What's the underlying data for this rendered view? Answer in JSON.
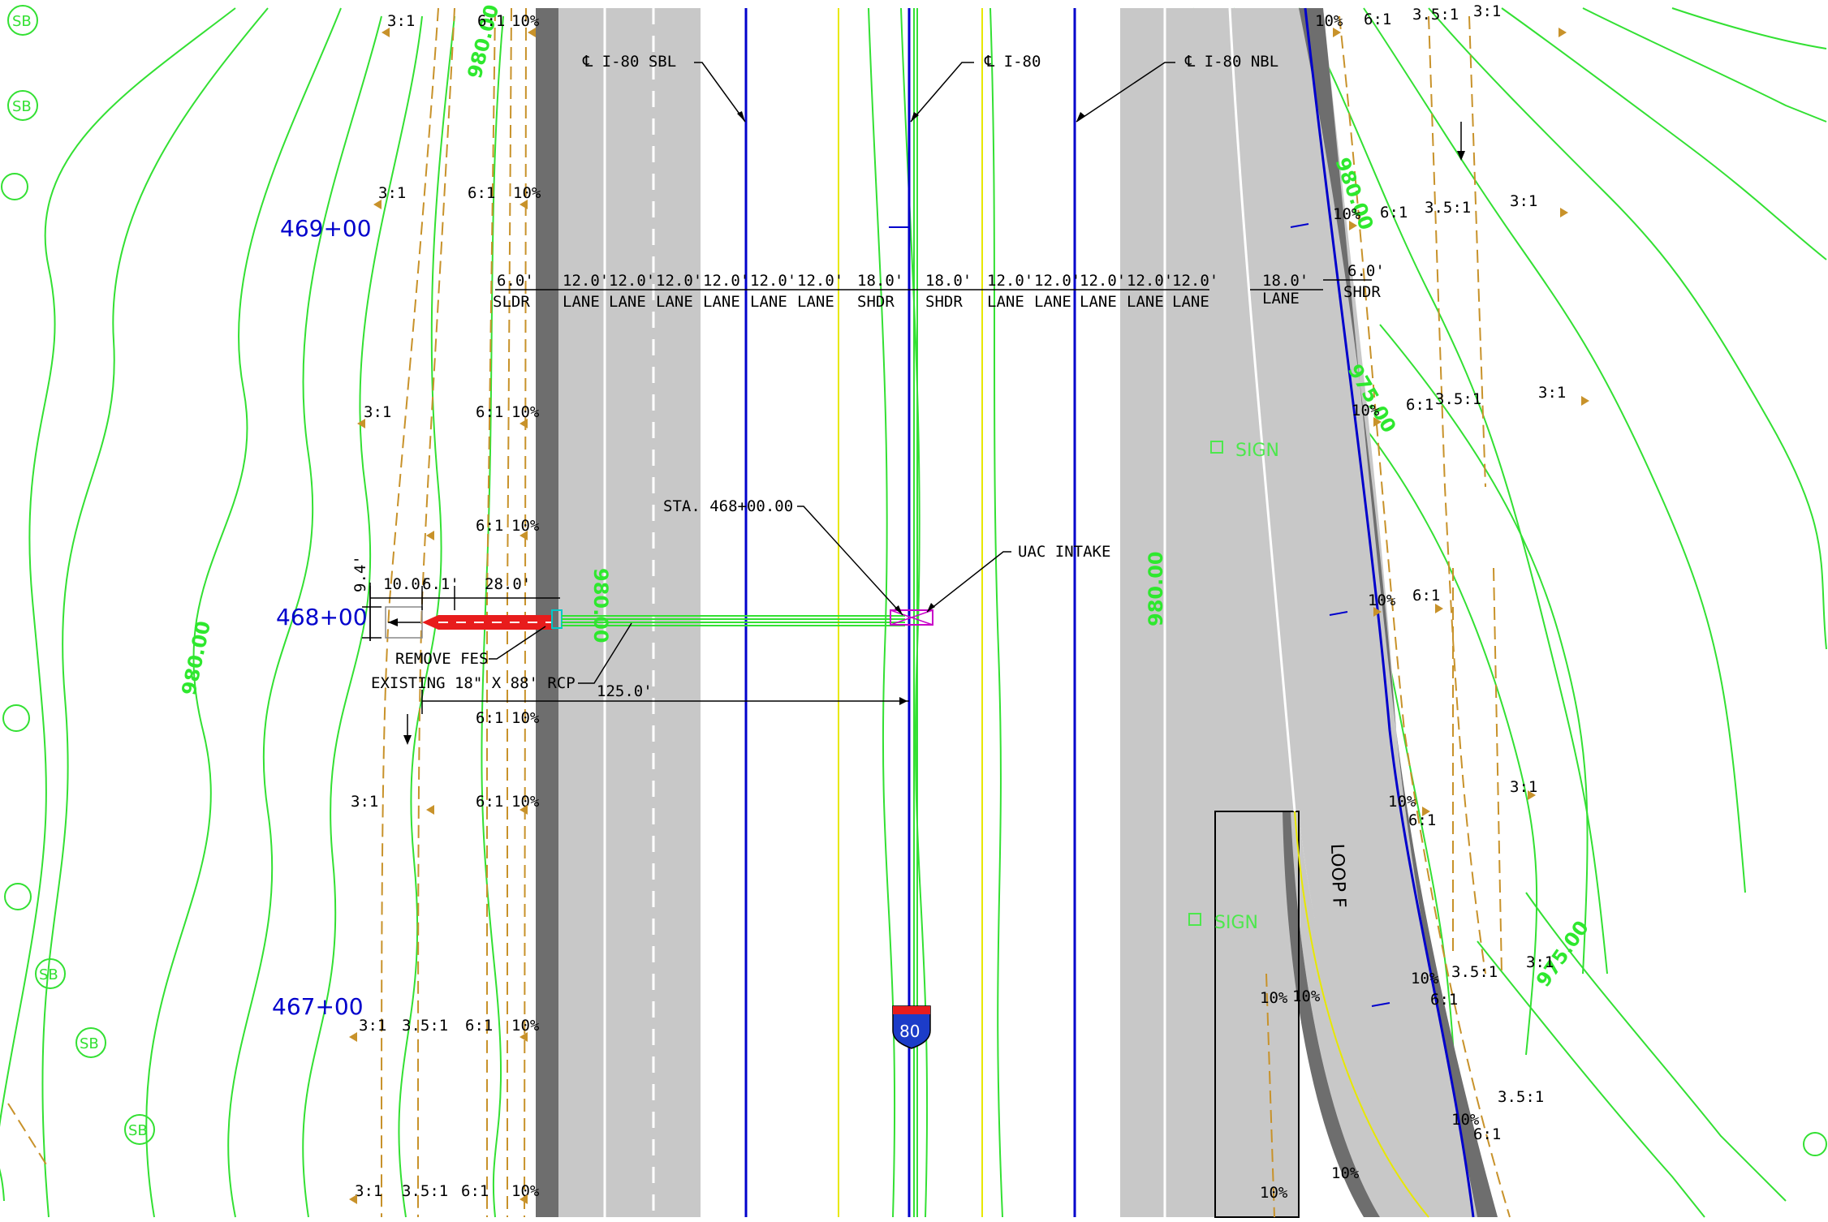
{
  "stations": [
    "469+00",
    "468+00",
    "467+00"
  ],
  "centerlines": [
    "℄ I-80 SBL",
    "℄ I-80",
    "℄ I-80 NBL"
  ],
  "widths": [
    "6.0'",
    "12.0'",
    "12.0'",
    "12.0'",
    "12.0'",
    "12.0'",
    "12.0'",
    "18.0'",
    "18.0'",
    "12.0'",
    "12.0'",
    "12.0'",
    "12.0'",
    "12.0'",
    "18.0'",
    "6.0'"
  ],
  "width_labels": [
    "SLDR",
    "LANE",
    "LANE",
    "LANE",
    "LANE",
    "LANE",
    "LANE",
    "SHDR",
    "SHDR",
    "LANE",
    "LANE",
    "LANE",
    "LANE",
    "LANE",
    "LANE",
    "SHDR"
  ],
  "callouts": {
    "sta": "STA. 468+00.00",
    "uac": "UAC INTAKE",
    "remove": "REMOVE FES",
    "existing": "EXISTING 18\" X 88' RCP",
    "len125": "125.0'",
    "d94": "9.4'",
    "d10": "10.0'",
    "d61": "6.1'",
    "d28": "28.0'"
  },
  "slopes": {
    "s31": "3:1",
    "s61": "6:1",
    "s10": "10%",
    "s351": "3.5:1"
  },
  "contours": {
    "c980": "980.00",
    "c975": "975.00"
  },
  "labels": {
    "sign": "SIGN",
    "loop": "LOOP F",
    "shield": "80",
    "sb": "SB"
  }
}
